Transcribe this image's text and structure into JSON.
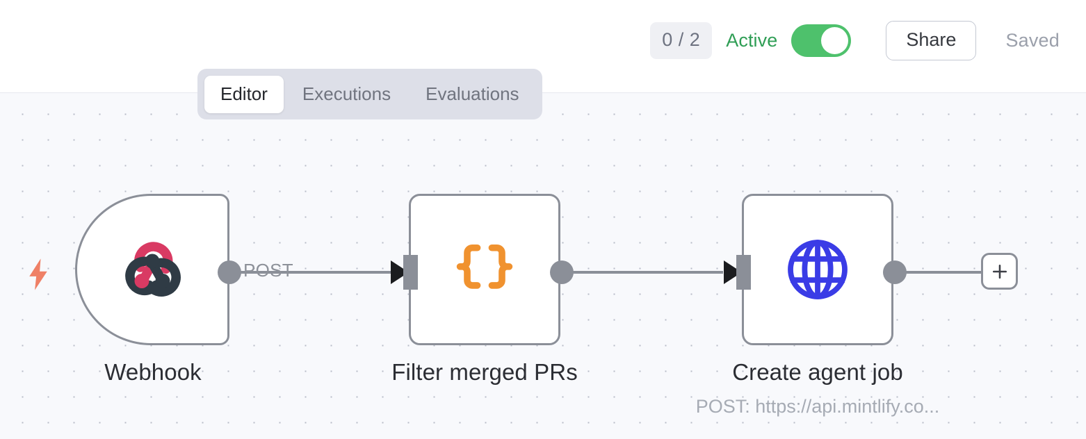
{
  "header": {
    "run_count_badge": "0 / 2",
    "active_label": "Active",
    "active_toggle_state": "on",
    "share_label": "Share",
    "saved_label": "Saved",
    "colors": {
      "active_text": "#2f9e55",
      "toggle_on": "#4ec16c",
      "badge_bg": "#eff0f4",
      "saved_text": "#9ba0ab"
    }
  },
  "tabs": {
    "items": [
      {
        "label": "Editor",
        "active": true
      },
      {
        "label": "Executions",
        "active": false
      },
      {
        "label": "Evaluations",
        "active": false
      }
    ]
  },
  "canvas": {
    "background": "#f8f9fc",
    "dot_color": "#b7bcc7",
    "trigger_icon": "lightning-bolt-icon",
    "trigger_color": "#ef8066",
    "add_button_icon": "plus-icon",
    "nodes": [
      {
        "id": "webhook",
        "label": "Webhook",
        "sublabel": "",
        "icon": "webhook-icon",
        "icon_colors": [
          "#d93a63",
          "#2f3b45"
        ],
        "shape": "trigger"
      },
      {
        "id": "filter",
        "label": "Filter merged PRs",
        "sublabel": "",
        "icon": "curly-braces-icon",
        "icon_colors": [
          "#f0922f"
        ],
        "shape": "square"
      },
      {
        "id": "http",
        "label": "Create agent job",
        "sublabel": "POST: https://api.mintlify.co...",
        "icon": "globe-icon",
        "icon_colors": [
          "#3a3ce6"
        ],
        "shape": "square"
      }
    ],
    "edges": [
      {
        "from": "webhook",
        "to": "filter",
        "label": "POST"
      },
      {
        "from": "filter",
        "to": "http",
        "label": ""
      },
      {
        "from": "http",
        "to": "add-button",
        "label": ""
      }
    ]
  }
}
